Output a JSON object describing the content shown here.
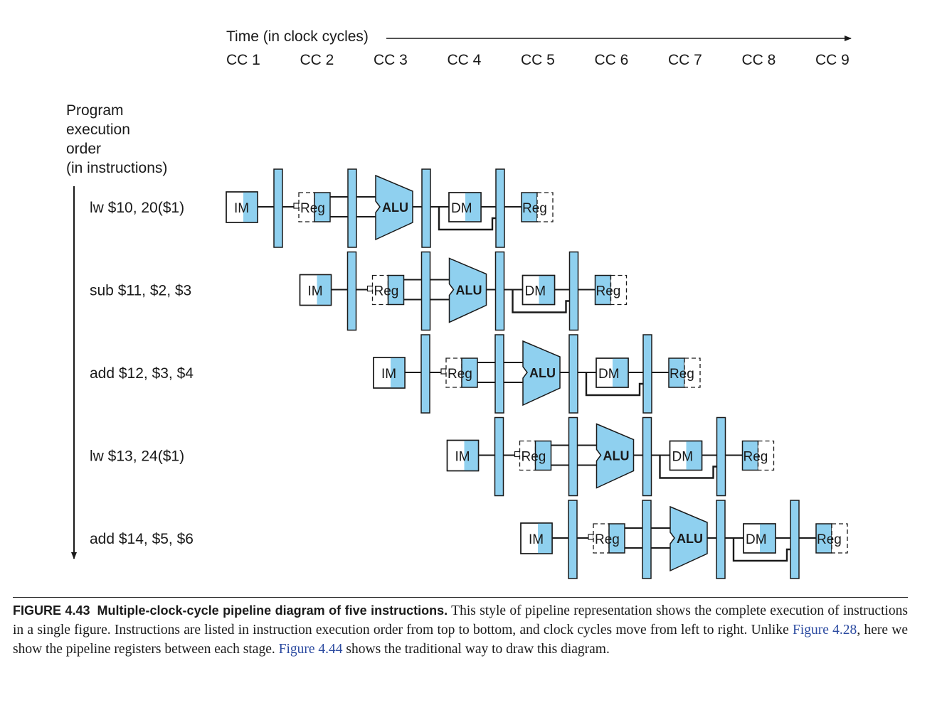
{
  "time_axis": {
    "label": "Time (in clock cycles)",
    "cycles": [
      "CC 1",
      "CC 2",
      "CC 3",
      "CC 4",
      "CC 5",
      "CC 6",
      "CC 7",
      "CC 8",
      "CC 9"
    ]
  },
  "order_axis": {
    "label_lines": [
      "Program",
      "execution",
      "order",
      "(in instructions)"
    ]
  },
  "instructions": [
    "lw $10, 20($1)",
    "sub $11, $2, $3",
    "add $12, $3, $4",
    "lw $13, 24($1)",
    "add $14, $5, $6"
  ],
  "stages": {
    "im": "IM",
    "reg": "Reg",
    "alu": "ALU",
    "dm": "DM"
  },
  "colors": {
    "stage_fill": "#8fd0ef",
    "line": "#1a1a1a",
    "link": "#2b4aa0"
  },
  "caption": {
    "figure_label": "FIGURE 4.43",
    "title": "Multiple-clock-cycle pipeline diagram of five instructions.",
    "text_1": " This style of pipeline representation shows the complete execution of instructions in a single figure. Instructions are listed in instruction execution order from top to bottom, and clock cycles move from left to right. Unlike ",
    "link_1": "Figure 4.28",
    "text_2": ", here we show the pipeline registers between each stage. ",
    "link_2": "Figure 4.44",
    "text_3": " shows the traditional way to draw this diagram."
  }
}
